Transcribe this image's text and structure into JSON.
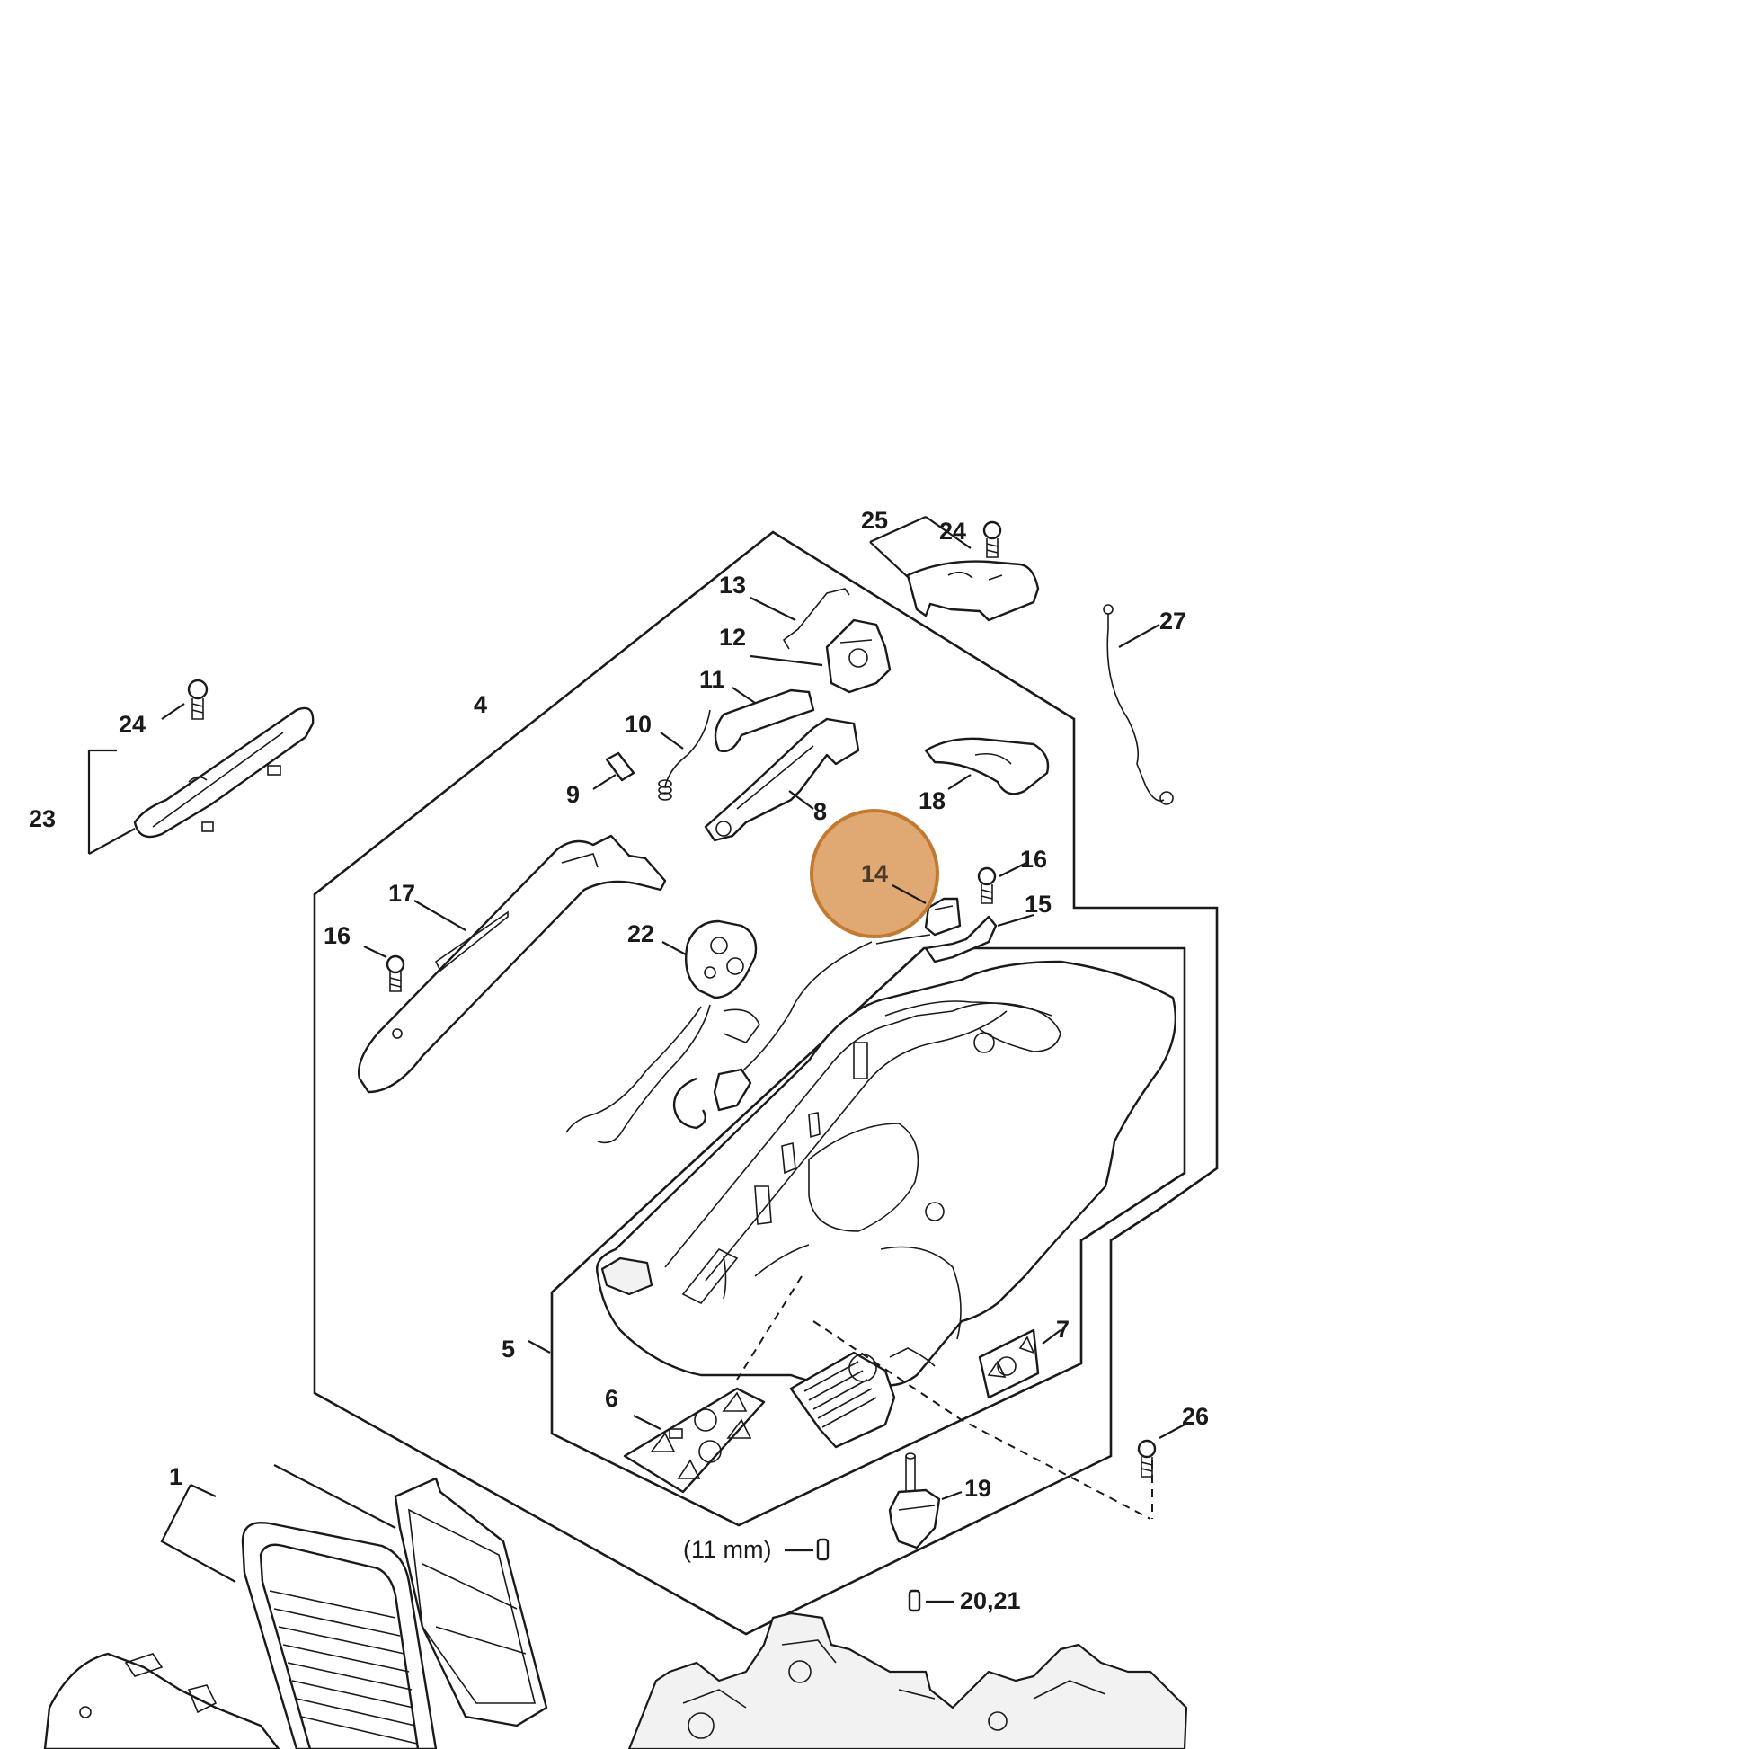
{
  "diagram": {
    "highlight": {
      "label": "14",
      "color": "#d4883e"
    },
    "callouts": {
      "c1": "1",
      "c4": "4",
      "c5": "5",
      "c6": "6",
      "c7": "7",
      "c8": "8",
      "c9": "9",
      "c10": "10",
      "c11": "11",
      "c12": "12",
      "c13": "13",
      "c15": "15",
      "c16a": "16",
      "c16b": "16",
      "c17": "17",
      "c18": "18",
      "c19": "19",
      "c20_21": "20,21",
      "c22": "22",
      "c23": "23",
      "c24a": "24",
      "c24b": "24",
      "c25": "25",
      "c26": "26",
      "c27": "27",
      "dim": "(11 mm)"
    }
  }
}
